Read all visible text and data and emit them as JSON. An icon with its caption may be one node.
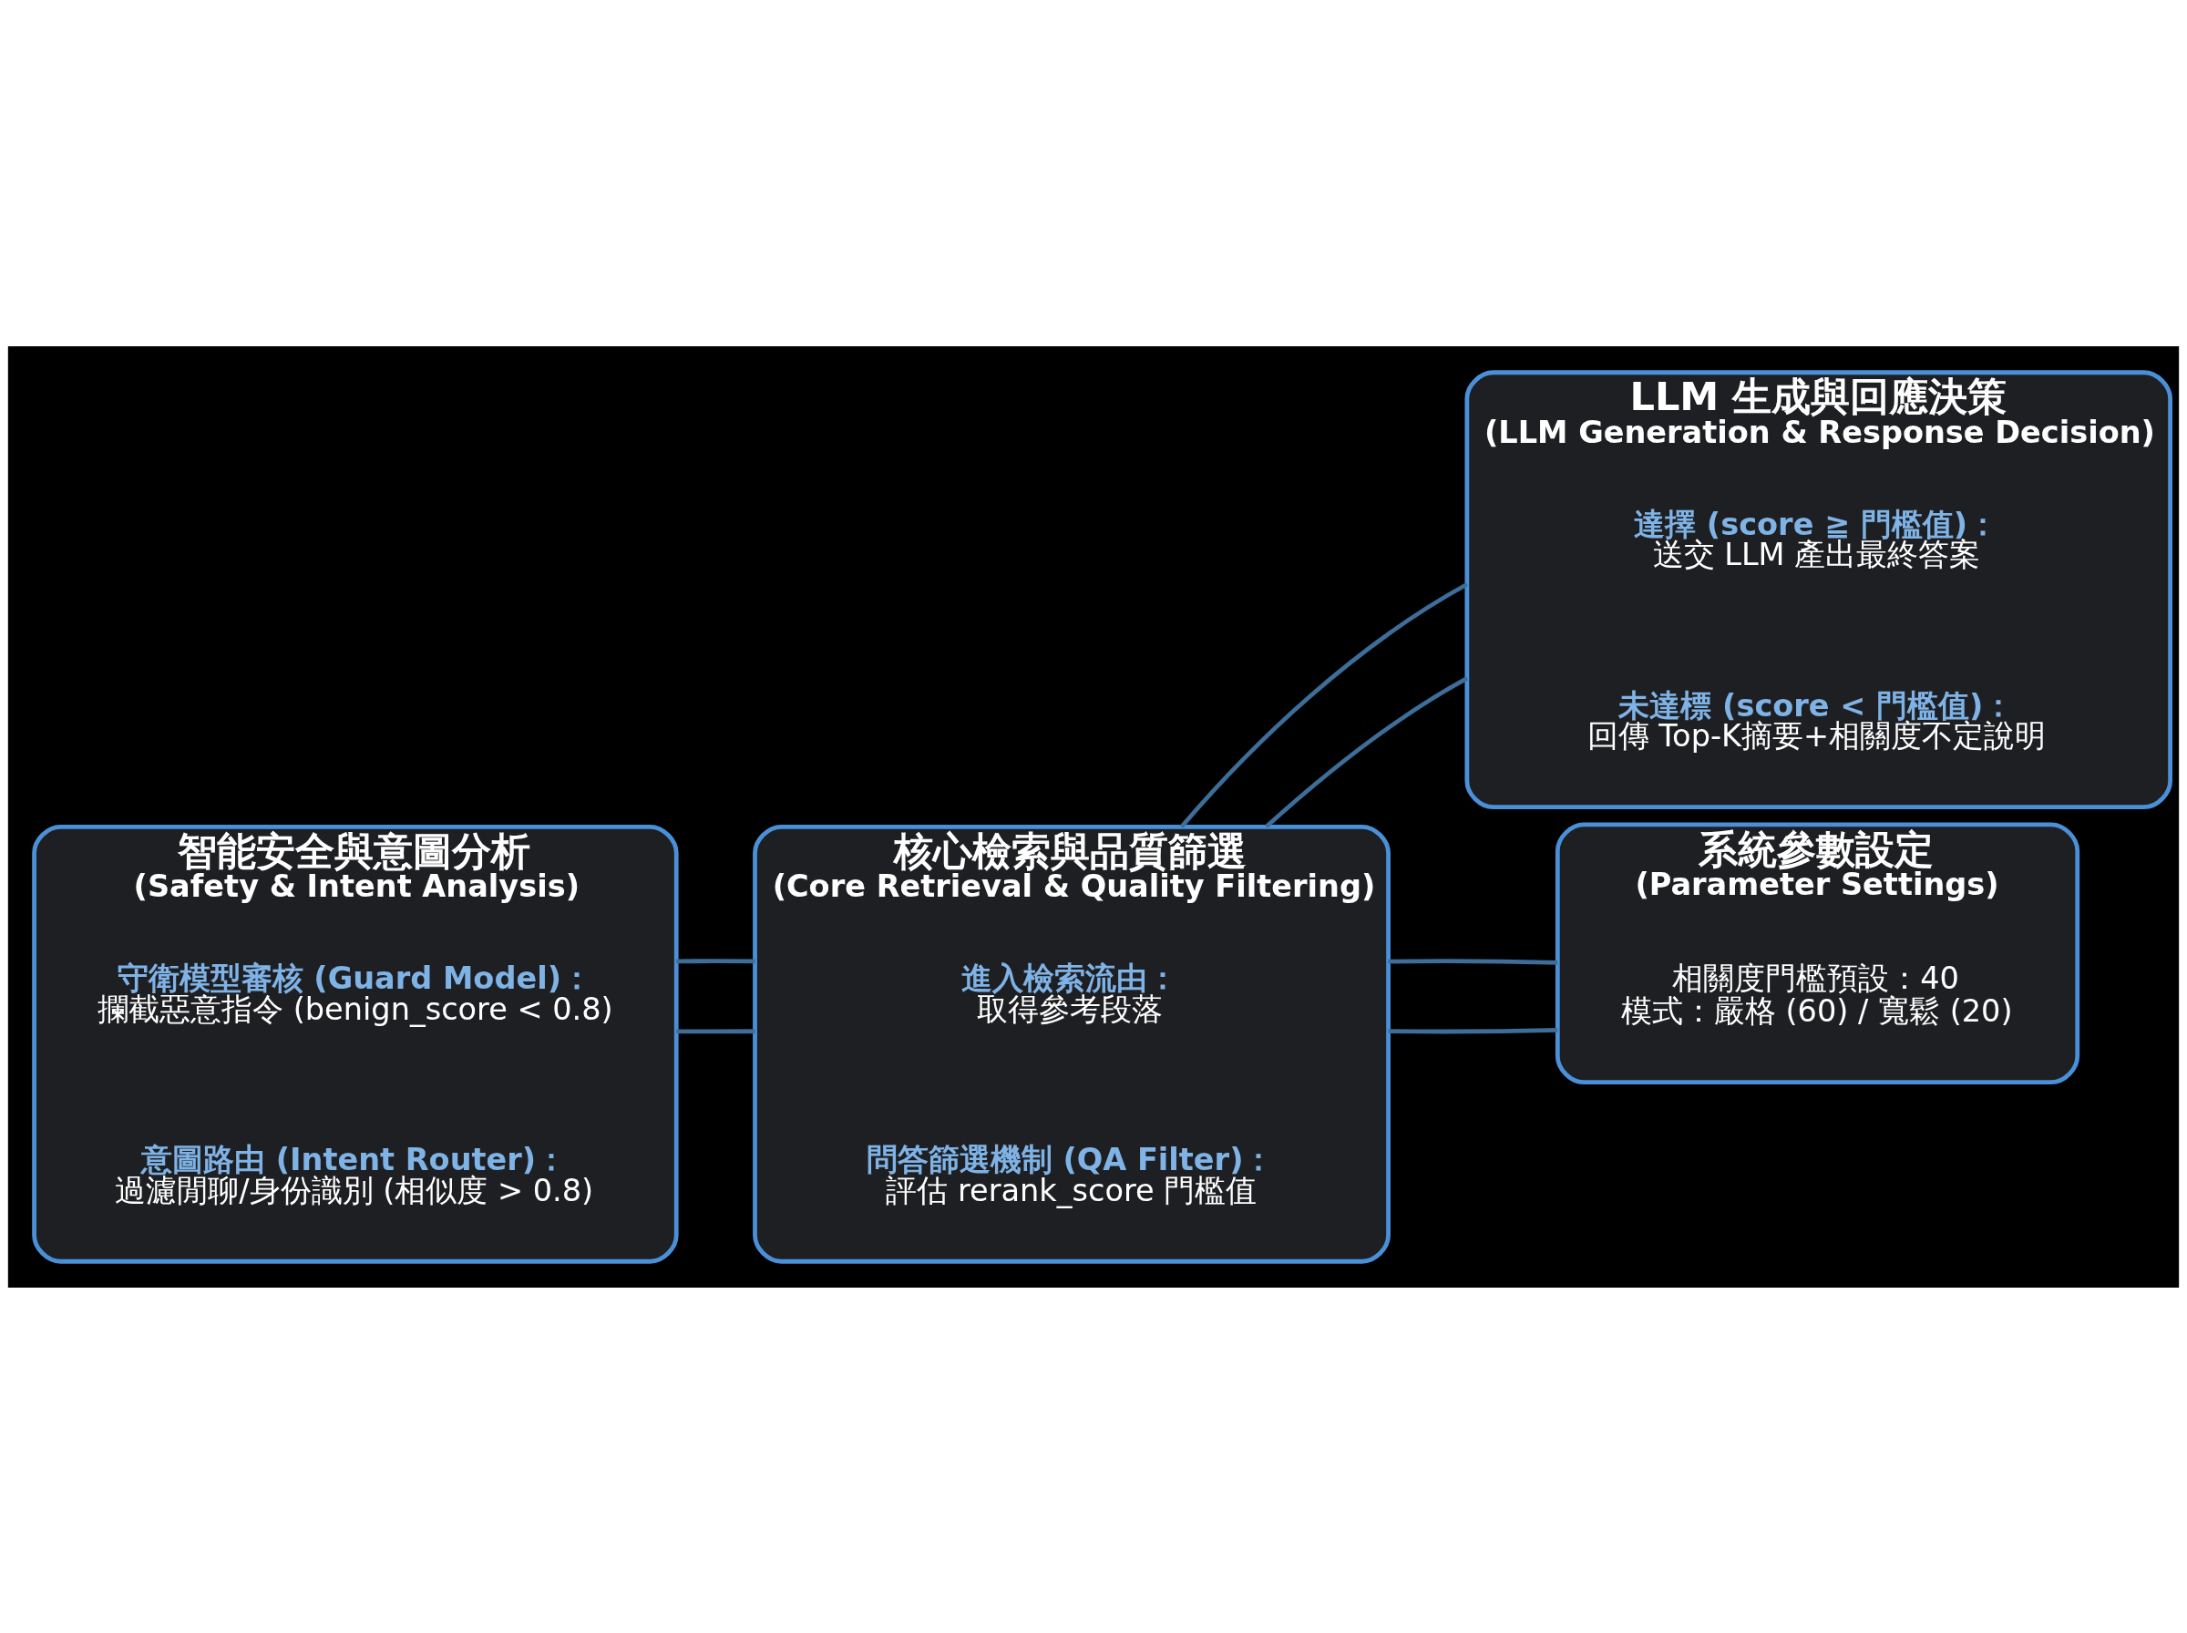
{
  "diagram": {
    "nodes": [
      {
        "text": [
          "智能安全與意圖分析",
          "(Safety & Intent Analysis)"
        ]
      },
      {
        "text": [
          "守衛模型審核 (Guard Model)：",
          "攔截惡意指令 (benign_score < 0.8)"
        ],
        "in": 0
      },
      {
        "text": [
          "意圖路由 (Intent Router)：",
          "過濾閒聊/身份識別 (相似度 > 0.8)"
        ],
        "in": 0
      },
      {
        "text": [
          "核心檢索與品質篩選",
          "(Core Retrieval & Quality Filtering)"
        ]
      },
      {
        "text": [
          "進入檢索流由：",
          "取得參考段落"
        ],
        "in": 3
      },
      {
        "text": [
          "問答篩選機制 (QA Filter)：",
          "評估 rerank_score 門檻值"
        ],
        "in": 3
      },
      {
        "text": [
          "LLM 生成與回應決策",
          "(LLM Generation & Response Decision)"
        ]
      },
      {
        "text": [
          "達擇 (score ≧ 門檻值)：",
          "送交 LLM 產出最終答案"
        ],
        "in": 6
      },
      {
        "text": [
          "未達標 (score < 門檻值)：",
          "回傳 Top-K摘要+相關度不定說明"
        ],
        "in": 6
      },
      {
        "text": [
          "系統參數設定",
          "(Parameter Settings)"
        ]
      },
      {
        "text": [
          "相關度門檻預設：40",
          "模式：嚴格 (60) / 寬鬆 (20)"
        ],
        "in": 9
      }
    ],
    "edges": [
      {
        "from": 0,
        "to": 3,
        "arrow": "none"
      },
      {
        "from": 0,
        "to": 3,
        "arrow": "none"
      },
      {
        "from": 3,
        "to": 6,
        "arrow": "none"
      },
      {
        "from": 6,
        "to": 3,
        "arrow": "none"
      },
      {
        "from": 3,
        "to": 9,
        "arrow": "none"
      },
      {
        "from": 3,
        "to": 9,
        "arrow": "none"
      }
    ]
  }
}
